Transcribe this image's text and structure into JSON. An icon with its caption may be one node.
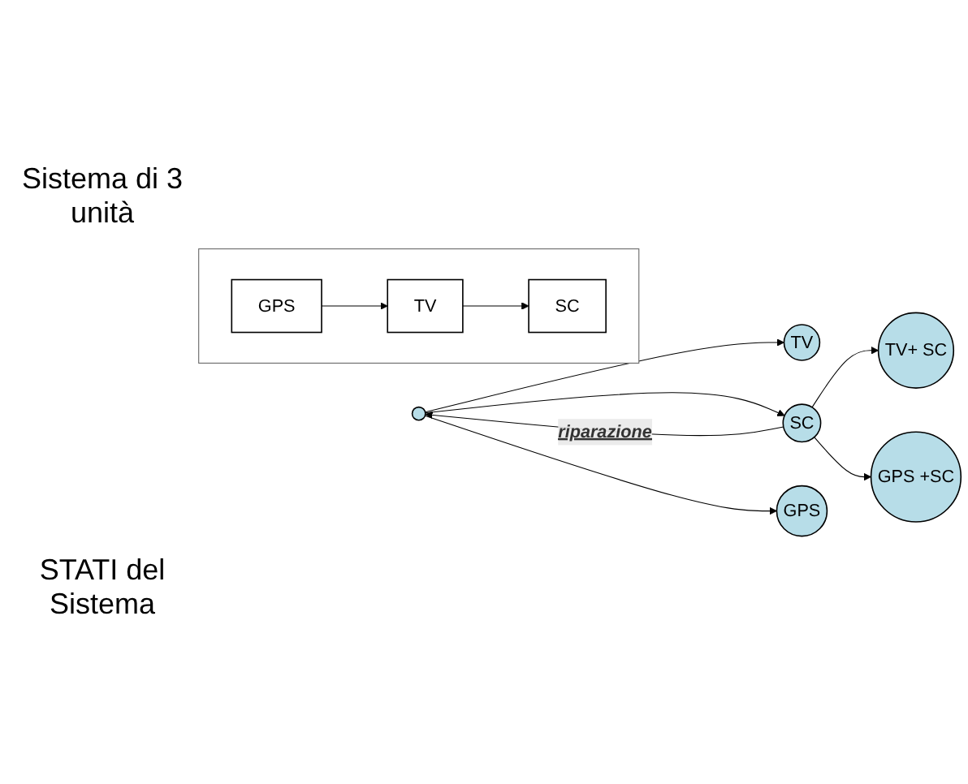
{
  "diagram": {
    "nodes": [
      {
        "text": [],
        "shape": "box"
      },
      {
        "text": [
          "GPS"
        ],
        "in": 0
      },
      {
        "text": [
          "TV"
        ],
        "in": 0
      },
      {
        "text": [
          "SC"
        ],
        "in": 0
      },
      {
        "text": [],
        "shape": "circle"
      },
      {
        "text": [
          "TV"
        ]
      },
      {
        "text": [
          "SC"
        ]
      },
      {
        "text": [
          "TV+ SC"
        ]
      },
      {
        "text": [
          "GPS"
        ]
      },
      {
        "text": [
          "GPS +SC"
        ]
      }
    ],
    "edges": [
      {
        "from": 1,
        "to": 2,
        "arrow": "to"
      },
      {
        "from": 2,
        "to": 3,
        "arrow": "to"
      },
      {
        "from": 4,
        "to": 5,
        "arrow": "to"
      },
      {
        "from": 4,
        "to": 6,
        "arrow": "to"
      },
      {
        "from": 6,
        "to": 4,
        "arrow": "to",
        "label": "riparazione"
      },
      {
        "from": 4,
        "to": 8,
        "arrow": "to"
      },
      {
        "from": 6,
        "to": 7,
        "arrow": "to"
      },
      {
        "from": 6,
        "to": 9,
        "arrow": "to"
      }
    ],
    "labels": [
      "Sistema di 3 unità",
      "STATI del Sistema"
    ]
  }
}
